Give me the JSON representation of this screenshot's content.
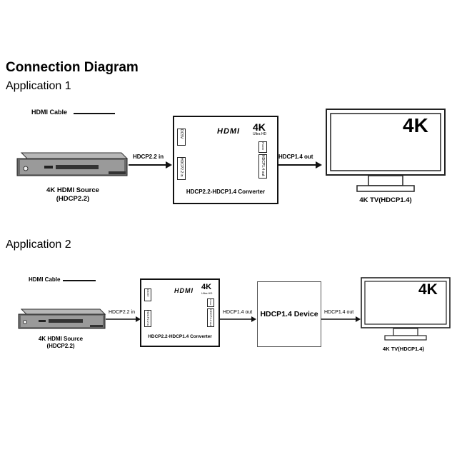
{
  "title": "Connection Diagram",
  "app1": {
    "label": "Application 1",
    "cable_label": "HDMI Cable",
    "source_line1": "4K HDMI Source",
    "source_line2": "(HDCP2.2)",
    "in_label": "HDCP2.2 in",
    "out_label": "HDCP1.4 out",
    "converter_label": "HDCP2.2-HDCP1.4 Converter",
    "tv_label": "4K TV(HDCP1.4)",
    "tv_screen_text": "4K"
  },
  "app2": {
    "label": "Application 2",
    "cable_label": "HDMI Cable",
    "source_line1": "4K HDMI Source",
    "source_line2": "(HDCP2.2)",
    "in_label": "HDCP2.2 in",
    "out_label1": "HDCP1.4 out",
    "device_label": "HDCP1.4 Device",
    "out_label2": "HDCP1.4 out",
    "converter_label": "HDCP2.2-HDCP1.4 Converter",
    "tv_label": "4K TV(HDCP1.4)",
    "tv_screen_text": "4K"
  },
  "converter_front": {
    "logo": "HDMI",
    "badge": "4K",
    "badge_sub": "Ultra HD",
    "port_dc": "DC5V",
    "port_in": "HDCP2.2 in",
    "port_out": "HDCP1.4 out",
    "port_power": "Power"
  }
}
